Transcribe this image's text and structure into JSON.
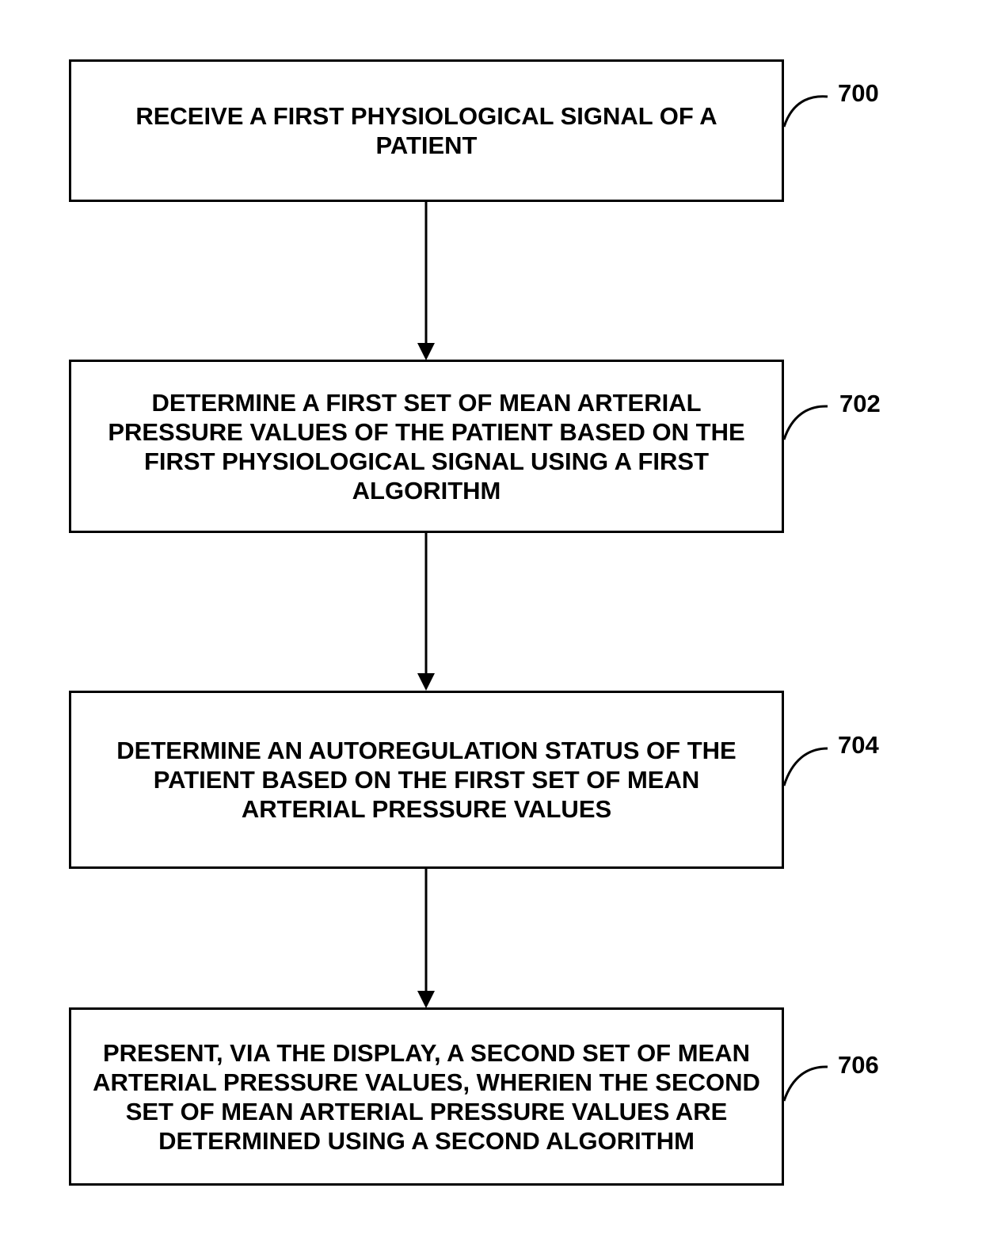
{
  "steps": [
    {
      "ref": "700",
      "text": "RECEIVE A FIRST PHYSIOLOGICAL SIGNAL OF A PATIENT"
    },
    {
      "ref": "702",
      "text": "DETERMINE A FIRST SET OF MEAN ARTERIAL PRESSURE VALUES OF THE PATIENT BASED ON THE FIRST PHYSIOLOGICAL SIGNAL USING A FIRST ALGORITHM"
    },
    {
      "ref": "704",
      "text": "DETERMINE AN AUTOREGULATION STATUS OF THE PATIENT BASED ON THE FIRST SET OF MEAN ARTERIAL PRESSURE VALUES"
    },
    {
      "ref": "706",
      "text": "PRESENT, VIA THE DISPLAY, A SECOND SET OF MEAN ARTERIAL PRESSURE VALUES, WHERIEN THE SECOND SET OF MEAN ARTERIAL PRESSURE VALUES ARE DETERMINED USING A SECOND ALGORITHM"
    }
  ]
}
